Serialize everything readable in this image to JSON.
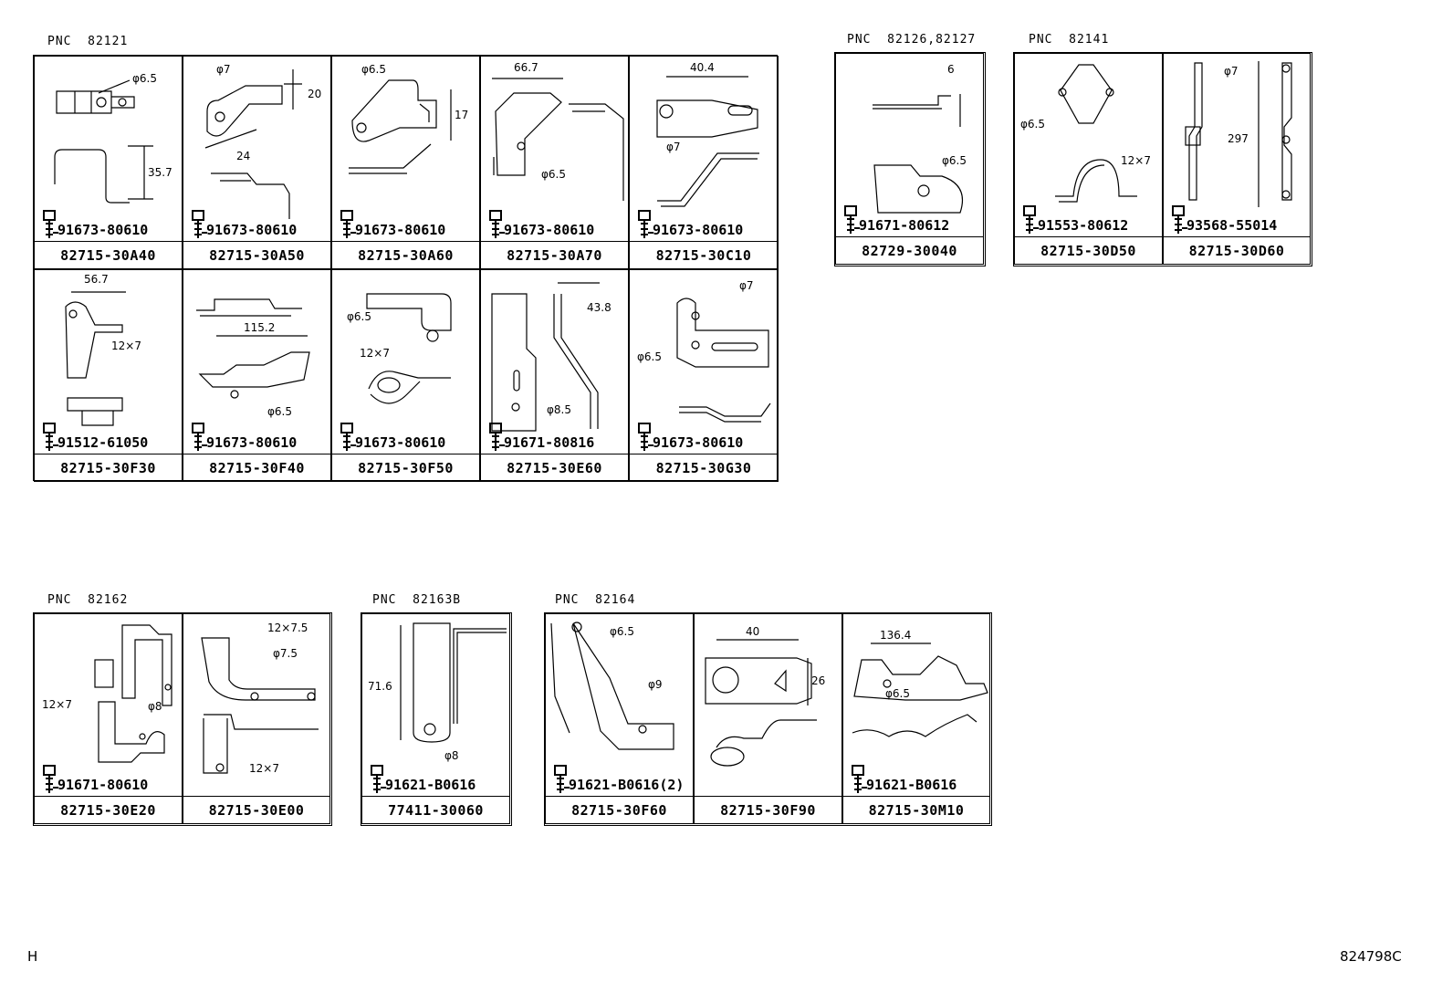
{
  "groups": [
    {
      "pnc_label": "PNC",
      "pnc": "82121",
      "cells": [
        {
          "bolt": "91673-80610",
          "part": "82715-30A40",
          "dims": [
            "φ6.5",
            "35.7"
          ]
        },
        {
          "bolt": "91673-80610",
          "part": "82715-30A50",
          "dims": [
            "φ7",
            "20",
            "24"
          ]
        },
        {
          "bolt": "91673-80610",
          "part": "82715-30A60",
          "dims": [
            "φ6.5",
            "17"
          ]
        },
        {
          "bolt": "91673-80610",
          "part": "82715-30A70",
          "dims": [
            "66.7",
            "φ6.5"
          ]
        },
        {
          "bolt": "91673-80610",
          "part": "82715-30C10",
          "dims": [
            "40.4",
            "φ7"
          ]
        },
        {
          "bolt": "91512-61050",
          "part": "82715-30F30",
          "dims": [
            "56.7",
            "12×7"
          ]
        },
        {
          "bolt": "91673-80610",
          "part": "82715-30F40",
          "dims": [
            "115.2",
            "φ6.5"
          ]
        },
        {
          "bolt": "91673-80610",
          "part": "82715-30F50",
          "dims": [
            "φ6.5",
            "12×7"
          ]
        },
        {
          "bolt": "91671-80816",
          "part": "82715-30E60",
          "dims": [
            "43.8",
            "φ8.5"
          ]
        },
        {
          "bolt": "91673-80610",
          "part": "82715-30G30",
          "dims": [
            "φ7",
            "φ6.5"
          ]
        }
      ]
    },
    {
      "pnc_label": "PNC",
      "pnc": "82126,82127",
      "cells": [
        {
          "bolt": "91671-80612",
          "part": "82729-30040",
          "dims": [
            "6",
            "φ6.5"
          ]
        }
      ]
    },
    {
      "pnc_label": "PNC",
      "pnc": "82141",
      "cells": [
        {
          "bolt": "91553-80612",
          "part": "82715-30D50",
          "dims": [
            "φ6.5",
            "12×7"
          ]
        },
        {
          "bolt": "93568-55014",
          "part": "82715-30D60",
          "dims": [
            "φ7",
            "297"
          ]
        }
      ]
    },
    {
      "pnc_label": "PNC",
      "pnc": "82162",
      "cells": [
        {
          "bolt": "91671-80610",
          "part": "82715-30E20",
          "dims": [
            "12×7",
            "φ8"
          ]
        },
        {
          "bolt": "",
          "part": "82715-30E00",
          "dims": [
            "12×7.5",
            "φ7.5",
            "12×7"
          ]
        }
      ]
    },
    {
      "pnc_label": "PNC",
      "pnc": "82163B",
      "cells": [
        {
          "bolt": "91621-B0616",
          "part": "77411-30060",
          "dims": [
            "71.6",
            "φ8"
          ]
        }
      ]
    },
    {
      "pnc_label": "PNC",
      "pnc": "82164",
      "cells": [
        {
          "bolt": "91621-B0616(2)",
          "part": "82715-30F60",
          "dims": [
            "φ6.5",
            "φ9"
          ]
        },
        {
          "bolt": "",
          "part": "82715-30F90",
          "dims": [
            "40",
            "26"
          ]
        },
        {
          "bolt": "91621-B0616",
          "part": "82715-30M10",
          "dims": [
            "136.4",
            "φ6.5"
          ]
        }
      ]
    }
  ],
  "footer": {
    "left": "H",
    "right": "824798C"
  }
}
